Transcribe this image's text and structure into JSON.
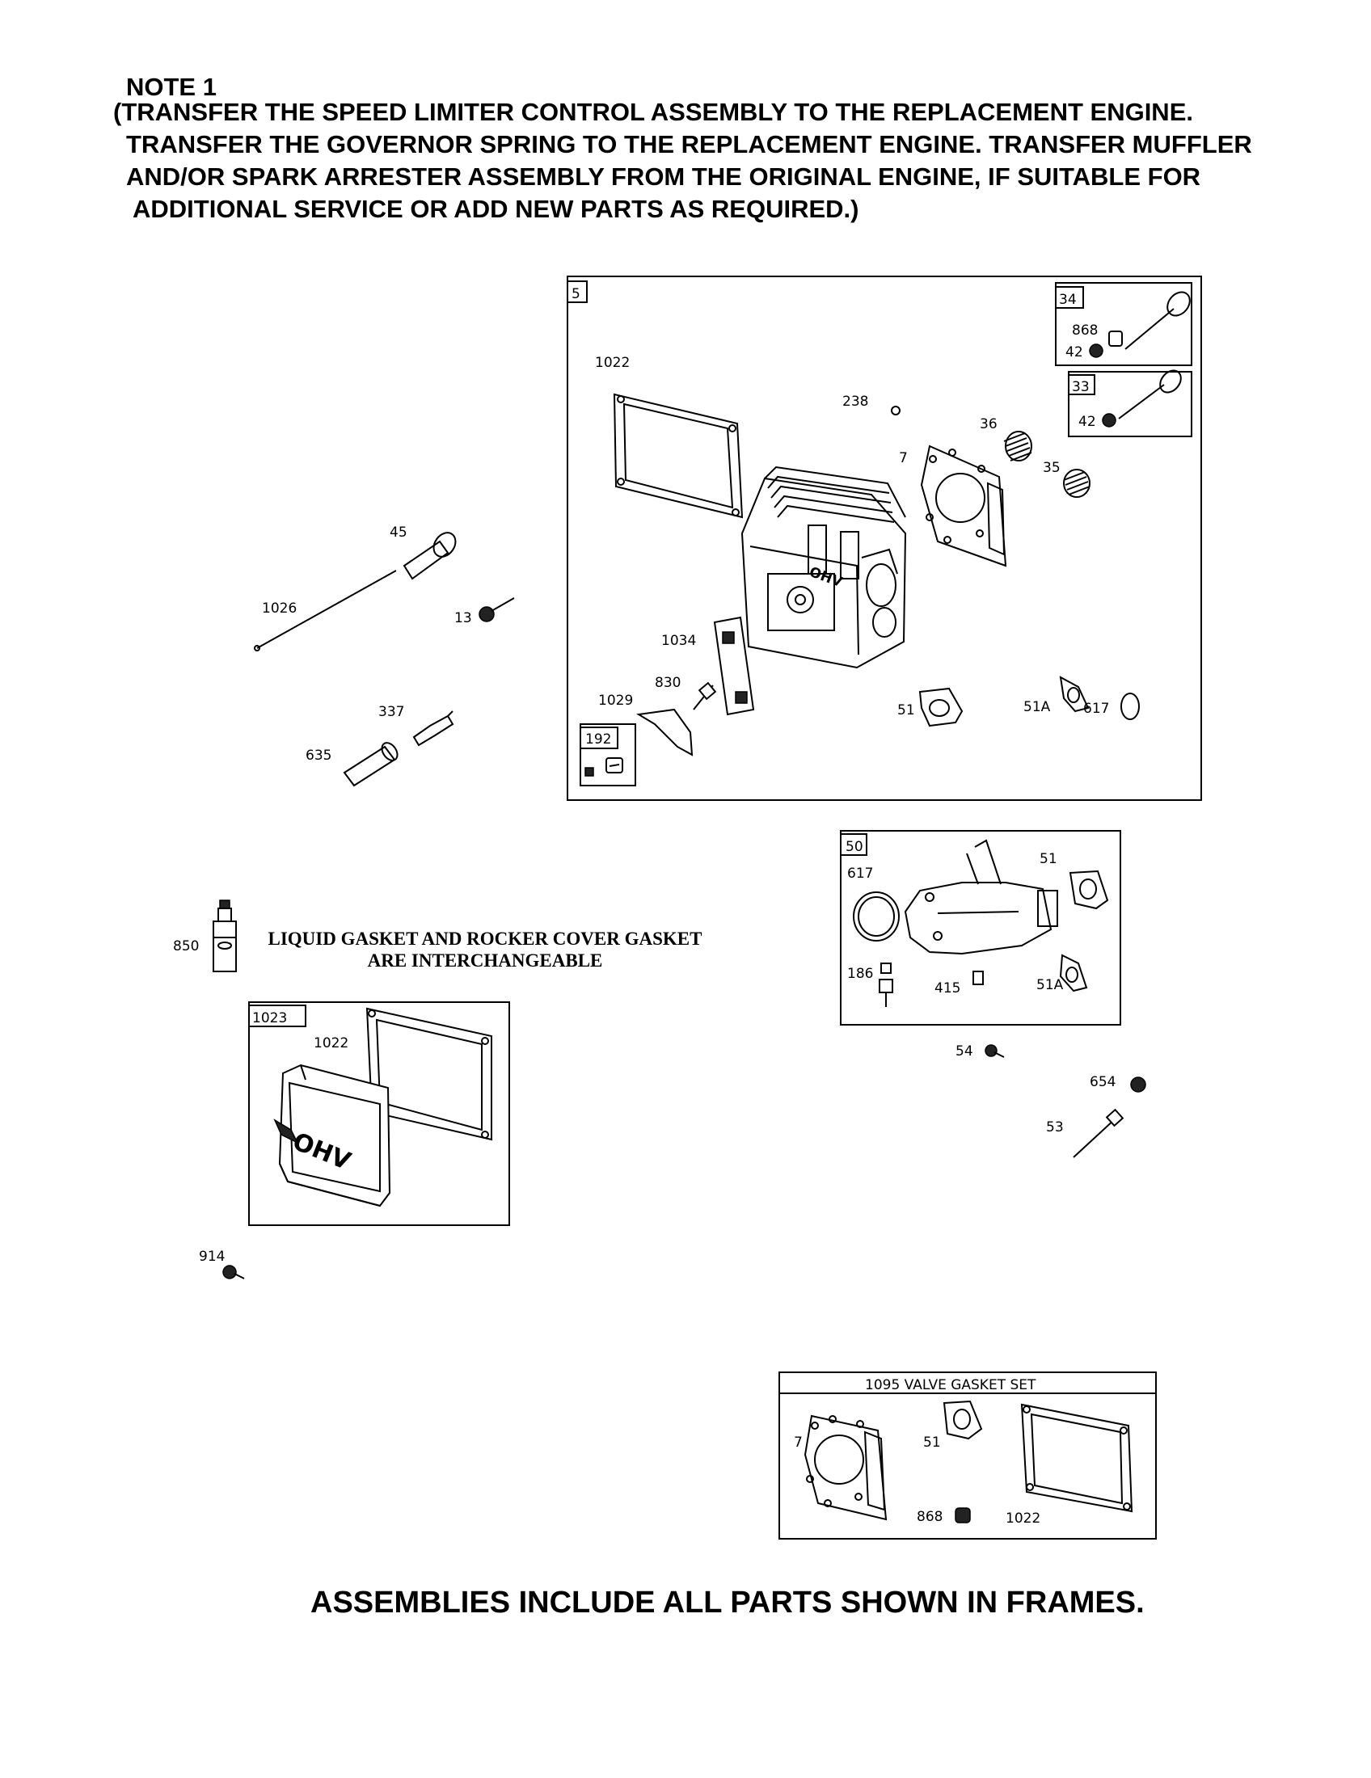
{
  "note": {
    "title": "NOTE 1",
    "lines": [
      "(TRANSFER THE SPEED LIMITER CONTROL ASSEMBLY TO THE REPLACEMENT ENGINE.",
      "TRANSFER THE GOVERNOR SPRING TO THE REPLACEMENT ENGINE. TRANSFER MUFFLER",
      "AND/OR SPARK ARRESTER ASSEMBLY FROM THE ORIGINAL ENGINE, IF SUITABLE FOR",
      "ADDITIONAL SERVICE OR ADD NEW PARTS AS REQUIRED.)"
    ]
  },
  "frames": {
    "f5": "5",
    "f34": "34",
    "f33": "33",
    "f192": "192",
    "f50": "50",
    "f1023": "1023",
    "f1095": "1095 VALVE GASKET SET"
  },
  "labels": {
    "p1022a": "1022",
    "p238": "238",
    "p36": "36",
    "p7a": "7",
    "p35": "35",
    "p868a": "868",
    "p42a": "42",
    "p42b": "42",
    "p1034": "1034",
    "p830": "830",
    "p1029": "1029",
    "p51a": "51",
    "p51Aa": "51A",
    "p617a": "617",
    "p45": "45",
    "p1026": "1026",
    "p13": "13",
    "p337": "337",
    "p635": "635",
    "p617b": "617",
    "p51b": "51",
    "p186": "186",
    "p415": "415",
    "p51Ab": "51A",
    "p54": "54",
    "p654": "654",
    "p53": "53",
    "p850": "850",
    "p1022b": "1022",
    "p914": "914",
    "p7b": "7",
    "p51c": "51",
    "p868b": "868",
    "p1022c": "1022"
  },
  "decal": {
    "ohv": "OHV"
  },
  "liquid_gasket": [
    "LIQUID GASKET AND ROCKER COVER GASKET",
    "ARE INTERCHANGEABLE"
  ],
  "footer": "ASSEMBLIES INCLUDE ALL PARTS SHOWN IN FRAMES."
}
